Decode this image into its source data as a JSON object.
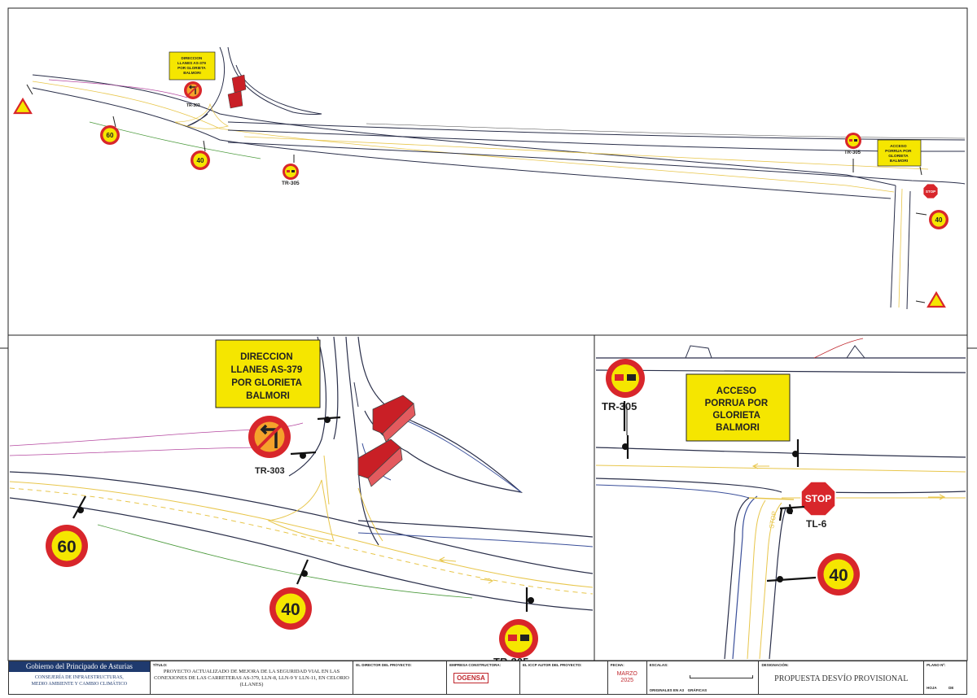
{
  "signs": {
    "dir_llanes": [
      "DIRECCION",
      "LLANES AS-379",
      "POR GLORIETA",
      "BALMORI"
    ],
    "acceso_porrua": [
      "ACCESO",
      "PORRUA POR",
      "GLORIETA",
      "BALMORI"
    ],
    "acceso_porrua_detail": [
      "ACCESO",
      "PORRUA  POR",
      "GLORIETA",
      "BALMORI"
    ],
    "speed_60": "60",
    "speed_40": "40",
    "stop": "STOP",
    "road_stop": "STOP",
    "tr303": "TR-303",
    "tr305": "TR-305",
    "tl6": "TL-6"
  },
  "title_block": {
    "gov_head": "Gobierno del Principado de Asturias",
    "gov_sub1": "CONSEJERÍA DE INFRAESTRUCTURAS,",
    "gov_sub2": "MEDIO AMBIENTE Y CAMBIO CLIMÁTICO",
    "titulo_label": "TÍTULO:",
    "titulo": "PROYECTO ACTUALIZADO DE MEJORA DE LA SEGURIDAD VIAL EN LAS CONEXIONES DE LAS CARRETERAS AS-379, LLN-8, LLN-9 Y LLN-11, EN CELORIO (LLANES)",
    "director_label": "EL DIRECTOR DEL PROYECTO:",
    "empresa_label": "EMPRESA CONSTRUCTORA:",
    "empresa": "OGENSA",
    "autor_label": "EL ICCP AUTOR DEL PROYECTO:",
    "fecha_label": "FECHA:",
    "fecha_mes": "MARZO",
    "fecha_anio": "2025",
    "escalas_label": "ESCALAS:",
    "originales": "ORIGINALES EN A3",
    "graficas": "GRÁFICAS",
    "designacion_label": "DESIGNACIÓN:",
    "designacion": "PROPUESTA DESVÍO PROVISIONAL",
    "plano_label": "PLANO Nº:",
    "hoja_label": "HOJA",
    "de_label": "DE"
  },
  "colors": {
    "sign_yellow": "#f5e600",
    "sign_red": "#d8262b",
    "road_line": "#2a2f4a",
    "marking_yellow": "#e8c64b",
    "barrier_red": "#c91f26"
  }
}
